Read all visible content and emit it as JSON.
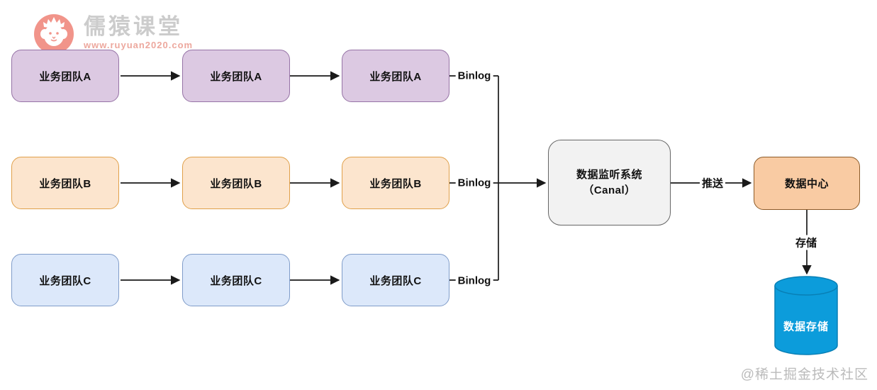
{
  "watermark": {
    "brand": "儒猿课堂",
    "url": "www.ruyuan2020.com",
    "badge_color": "#f1948a"
  },
  "footer": {
    "credit": "@稀土掘金技术社区"
  },
  "diagram": {
    "binlog_label": "Binlog",
    "push_label": "推送",
    "store_label": "存储",
    "rows": [
      {
        "id": "A",
        "fill": "#dcc9e2",
        "border": "#9673a6",
        "nodes": [
          "业务团队A",
          "业务团队A",
          "业务团队A"
        ]
      },
      {
        "id": "B",
        "fill": "#fce5ce",
        "border": "#e0a04a",
        "nodes": [
          "业务团队B",
          "业务团队B",
          "业务团队B"
        ]
      },
      {
        "id": "C",
        "fill": "#dce8fa",
        "border": "#7f9cc9",
        "nodes": [
          "业务团队C",
          "业务团队C",
          "业务团队C"
        ]
      }
    ],
    "canal": {
      "line1": "数据监听系统",
      "line2": "（Canal）",
      "fill": "#f2f2f2",
      "border": "#666666"
    },
    "data_center": {
      "label": "数据中心",
      "fill": "#f9cba3",
      "border": "#8c5a28"
    },
    "storage": {
      "label": "数据存储",
      "fill": "#0c9cdb",
      "border": "#087fb5"
    },
    "line_color": "#1a1a1a"
  }
}
